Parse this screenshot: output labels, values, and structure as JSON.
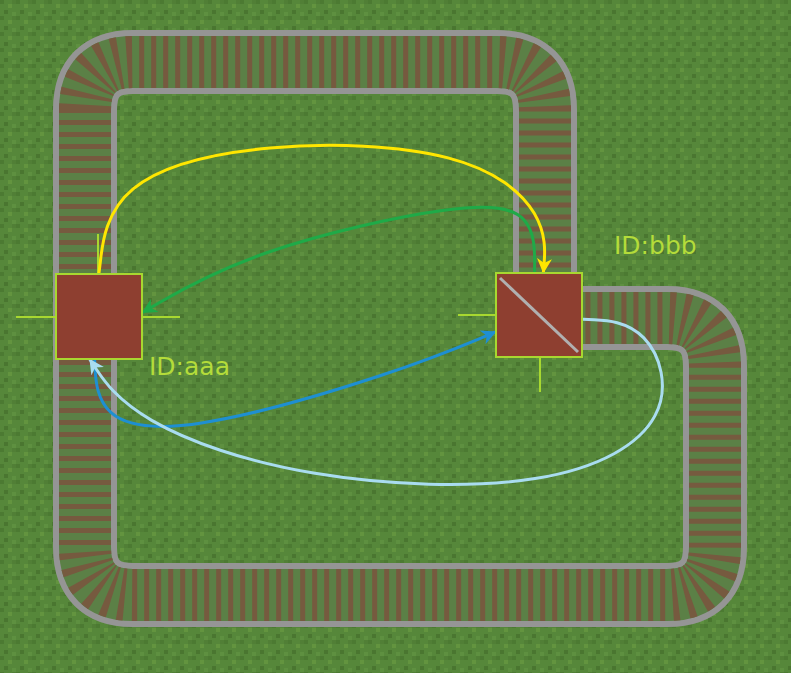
{
  "diagram": {
    "nodes": [
      {
        "text": [
          "ID:aaa"
        ]
      },
      {
        "text": [
          "ID:bbb"
        ]
      }
    ],
    "edges": [
      {
        "from": 0,
        "to": 1,
        "arrow": "to"
      },
      {
        "from": 1,
        "to": 0,
        "arrow": "to"
      },
      {
        "from": 0,
        "to": 1,
        "arrow": "to"
      },
      {
        "from": 1,
        "to": 0,
        "arrow": "to"
      }
    ]
  }
}
